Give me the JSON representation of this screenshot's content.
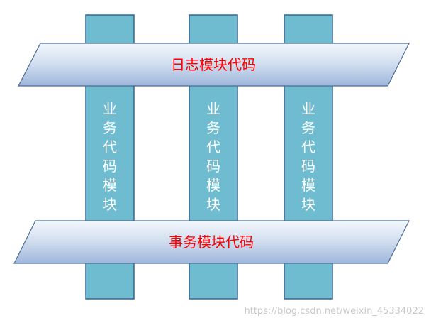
{
  "top_band": {
    "label": "日志模块代码"
  },
  "bottom_band": {
    "label": "事务模块代码"
  },
  "pillars": [
    {
      "chars": [
        "业",
        "务",
        "代",
        "码",
        "模",
        "块"
      ]
    },
    {
      "chars": [
        "业",
        "务",
        "代",
        "码",
        "模",
        "块"
      ]
    },
    {
      "chars": [
        "业",
        "务",
        "代",
        "码",
        "模",
        "块"
      ]
    }
  ],
  "watermark": "https://blog.csdn.net/weixin_45334022",
  "colors": {
    "pillar_fill": "#6fbcd0",
    "pillar_stroke": "#3a6591",
    "band_top": "#f3f7fc",
    "band_bottom": "#9fb7dc",
    "band_stroke": "#4a6c94",
    "band_text": "#ff0000",
    "pillar_text": "#ffffff"
  }
}
